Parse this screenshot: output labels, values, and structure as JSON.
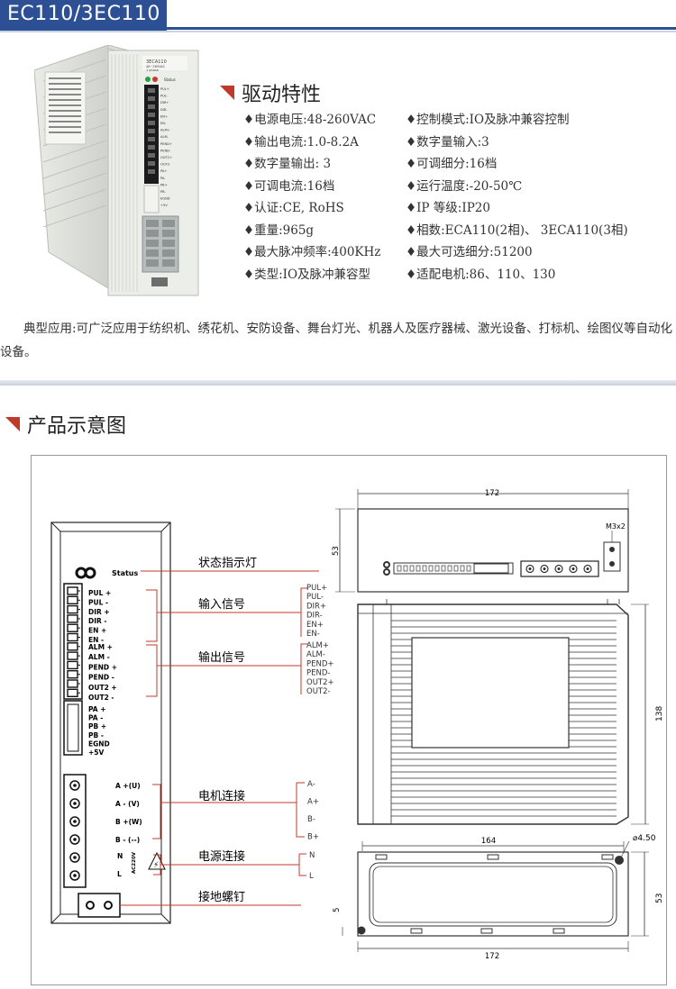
{
  "header": {
    "model": "EC110/3EC110"
  },
  "photo": {
    "label_model": "3ECA110",
    "label_voltage": "48~260VAC",
    "label_other": "1 phase",
    "status_label": "Status",
    "pins": [
      "PUL+",
      "PUL-",
      "DIR+",
      "DIR-",
      "EN+",
      "EN-",
      "ALM+",
      "ALM-",
      "PEND+",
      "PEND-",
      "OUT2+",
      "OUT2-",
      "PA+",
      "PA-",
      "PB+",
      "PB-",
      "EGND",
      "+5V"
    ]
  },
  "features": {
    "title": "驱动特性",
    "rows": [
      [
        "♦电源电压:48-260VAC",
        "♦控制模式:IO及脉冲兼容控制"
      ],
      [
        "♦输出电流:1.0-8.2A",
        "♦数字量输入:3"
      ],
      [
        "♦数字量输出: 3",
        "♦可调细分:16档"
      ],
      [
        "♦可调电流:16档",
        "♦运行温度:-20-50℃"
      ],
      [
        "♦认证:CE, RoHS",
        "♦IP 等级:IP20"
      ],
      [
        "♦重量:965g",
        "♦相数:ECA110(2相)、 3ECA110(3相)"
      ],
      [
        "♦最大脉冲频率:400KHz",
        "♦最大可选细分:51200"
      ],
      [
        "♦类型:IO及脉冲兼容型",
        "♦适配电机:86、110、130"
      ]
    ]
  },
  "application": {
    "text": "典型应用:可广泛应用于纺织机、绣花机、安防设备、舞台灯光、机器人及医疗器械、激光设备、打标机、绘图仪等自动化设备。"
  },
  "product": {
    "title": "产品示意图",
    "left_panel": {
      "status": "Status",
      "input_pins": [
        "PUL +",
        "PUL -",
        "DIR +",
        "DIR -",
        "EN +",
        "EN -"
      ],
      "output_pins": [
        "ALM +",
        "ALM -",
        "PEND +",
        "PEND -",
        "OUT2 +",
        "OUT2 -"
      ],
      "enc_pins": [
        "PA +",
        "PA -",
        "PB +",
        "PB -",
        "EGND",
        "+5V"
      ],
      "motor_pins": [
        "A +(U)",
        "A - (V)",
        "B +(W)",
        "B - (--)"
      ],
      "power_pins": [
        "N",
        "L"
      ],
      "power_note": "AC220V"
    },
    "callouts": {
      "status": "状态指示灯",
      "input": "输入信号",
      "output": "输出信号",
      "motor": "电机连接",
      "power": "电源连接",
      "ground": "接地螺钉"
    },
    "right_labels": {
      "input": [
        "PUL+",
        "PUL-",
        "DIR+",
        "DIR-",
        "EN+",
        "EN-"
      ],
      "output": [
        "ALM+",
        "ALM-",
        "PEND+",
        "PEND-",
        "OUT2+",
        "OUT2-"
      ],
      "motor": [
        "A-",
        "A+",
        "B-",
        "B+"
      ],
      "power": [
        "N",
        "L"
      ]
    },
    "dimensions": {
      "top_width": "172",
      "top_height": "53",
      "screw": "M3x2",
      "side_height": "138",
      "bottom_width": "164",
      "hole": "4.50",
      "bottom_offset": "5",
      "bottom_height": "53",
      "bottom_total": "172"
    }
  }
}
